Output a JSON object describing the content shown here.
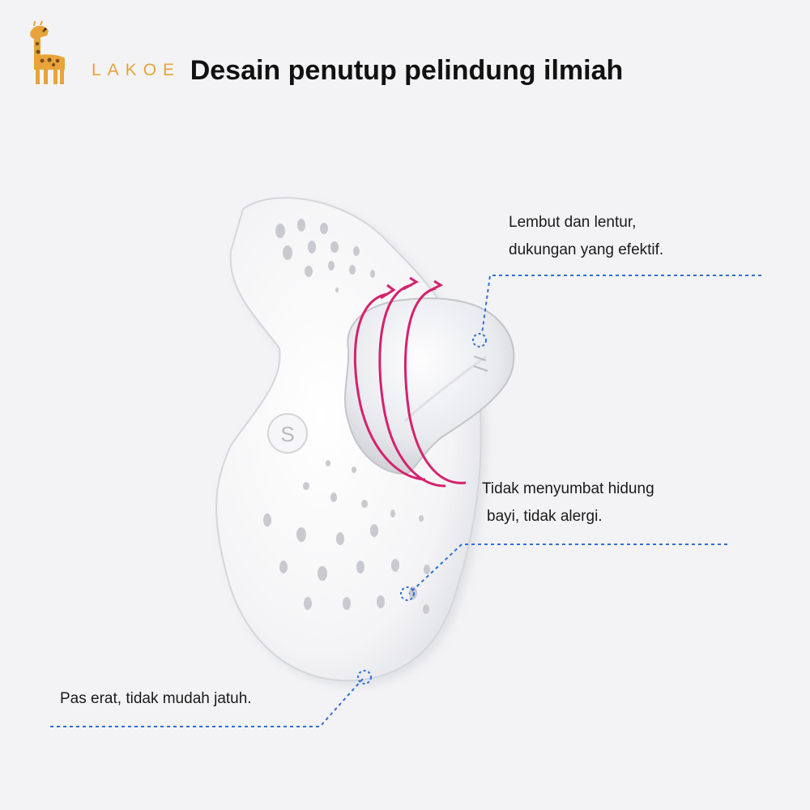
{
  "brand": {
    "name": "LAKOE",
    "accent_color": "#e8a33a",
    "icon": "giraffe-icon"
  },
  "headline": "Desain penutup pelindung ilmiah",
  "product": {
    "size_mark": "S",
    "ring_color": "#d6216e",
    "callout_line_color": "#2f6fd6"
  },
  "callouts": {
    "top": {
      "line1": "Lembut dan lentur,",
      "line2": "dukungan yang efektif."
    },
    "middle": {
      "line1": "Tidak menyumbat hidung",
      "line2": "bayi, tidak alergi."
    },
    "bottom": {
      "line1": "Pas erat, tidak mudah jatuh."
    }
  }
}
